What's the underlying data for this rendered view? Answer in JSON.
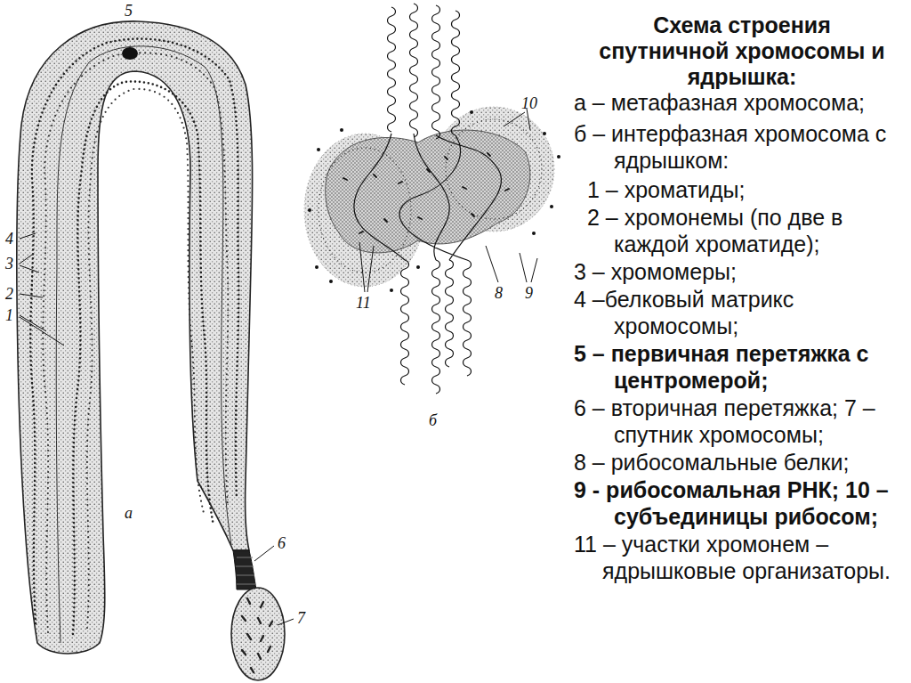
{
  "diagram": {
    "title": "Схема строения спутничной хромосомы и ядрышка:",
    "labels": [
      "а – метафазная хромосома;",
      "б – интерфазная хромосома с ядрышком:",
      "1 – хроматиды;",
      "2 – хромонемы (по две в каждой хроматиде);",
      "3 – хромомеры;",
      "4 –белковый матрикс хромосомы;",
      "5 – первичная перетяжка с центромерой;",
      "6 – вторичная перетяжка; 7 – спутник хромосомы;",
      "8 – рибосомальные белки;",
      "9 - рибосомальная РНК; 10 – субъединицы рибосом;",
      "11 – участки хромонем – ядрышковые организаторы.",
      "5",
      "4",
      "3",
      "2",
      "1",
      "а",
      "6",
      "7",
      "10",
      "11",
      "8",
      "9",
      "б"
    ]
  }
}
